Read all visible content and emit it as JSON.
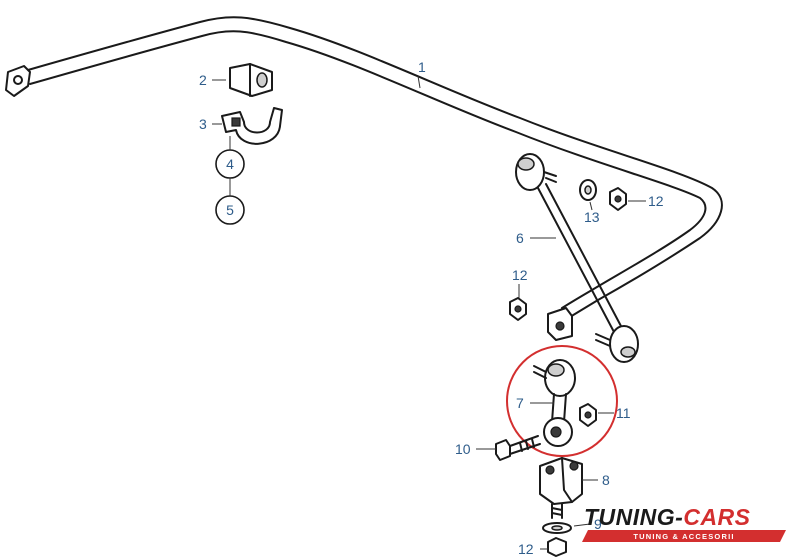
{
  "diagram": {
    "labels": {
      "p1": "1",
      "p2": "2",
      "p3": "3",
      "p4": "4",
      "p5": "5",
      "p6": "6",
      "p7": "7",
      "p8": "8",
      "p9": "9",
      "p10": "10",
      "p11": "11",
      "p12a": "12",
      "p12b": "12",
      "p12c": "12",
      "p13": "13"
    },
    "colors": {
      "callout": "#2e5c8a",
      "highlight": "#d32f2f",
      "logo_red": "#d32f2f",
      "logo_dark": "#1a1a1a"
    }
  },
  "watermark": {
    "brand_left": "TUNING-",
    "brand_right": "CARS",
    "tagline": "TUNING & ACCESORII"
  }
}
